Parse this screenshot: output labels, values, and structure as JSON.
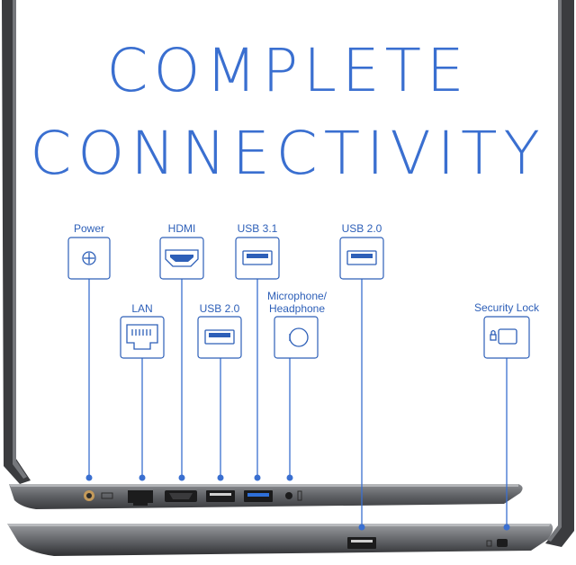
{
  "headline": {
    "line1": "COMPLETE",
    "line2": "CONNECTIVITY"
  },
  "ports": {
    "power": "Power",
    "hdmi": "HDMI",
    "usb31": "USB 3.1",
    "usb20_right": "USB 2.0",
    "lan": "LAN",
    "usb20_left": "USB 2.0",
    "mic_line1": "Microphone/",
    "mic_line2": "Headphone",
    "security": "Security Lock"
  },
  "colors": {
    "accent": "#3a6fd0",
    "laptop": "#5f6165"
  }
}
